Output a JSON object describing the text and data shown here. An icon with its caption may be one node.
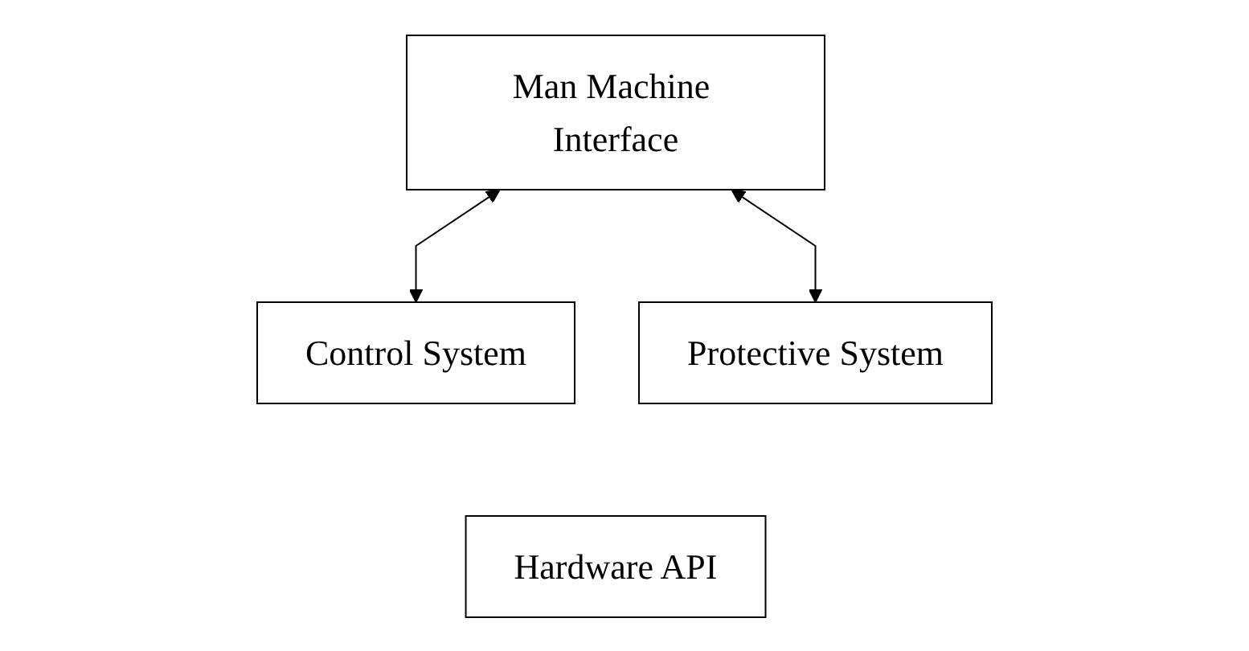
{
  "diagram": {
    "nodes": [
      {
        "text": [
          "Man Machine Interface"
        ]
      },
      {
        "text": [
          "Control System"
        ]
      },
      {
        "text": [
          "Protective System"
        ]
      },
      {
        "text": [
          "Hardware API"
        ]
      }
    ],
    "edges": [
      {
        "from": 0,
        "to": 1,
        "arrow": "both"
      },
      {
        "from": 0,
        "to": 2,
        "arrow": "both"
      }
    ]
  }
}
